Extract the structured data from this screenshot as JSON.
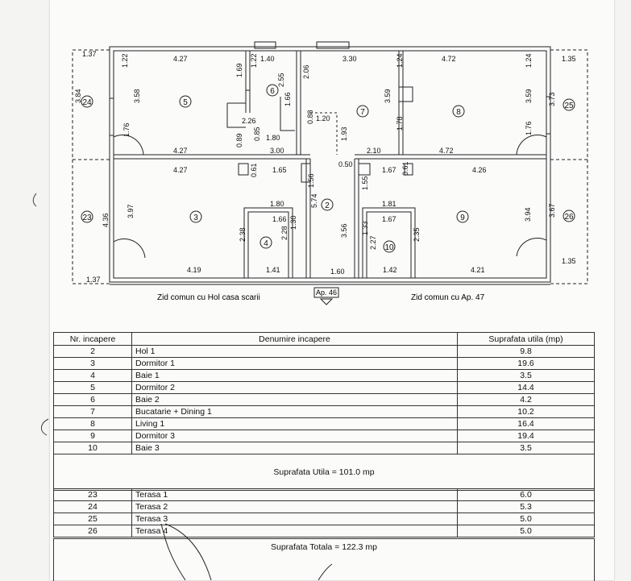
{
  "plan": {
    "dims": [
      "1.37",
      "4.27",
      "1.40",
      "3.30",
      "4.72",
      "1.35",
      "3.84",
      "1.22",
      "3.58",
      "1.76",
      "1.69",
      "2.55",
      "1.22",
      "1.66",
      "2.26",
      "2.06",
      "0.89",
      "0.85",
      "1.20",
      "1.80",
      "0.88",
      "3.59",
      "1.24",
      "1.78",
      "3.59",
      "1.24",
      "1.76",
      "3.73",
      "4.27",
      "3.00",
      "2.10",
      "4.72",
      "4.27",
      "1.65",
      "0.61",
      "0.50",
      "1.67",
      "0.61",
      "4.26",
      "1.56",
      "1.93",
      "1.80",
      "1.55",
      "1.81",
      "4.36",
      "3.97",
      "1.66",
      "2.38",
      "2.28",
      "1.30",
      "5.74",
      "3.56",
      "1.33",
      "1.67",
      "2.27",
      "2.35",
      "3.94",
      "3.67",
      "1.35",
      "4.19",
      "1.41",
      "1.60",
      "1.42",
      "4.21",
      "1.37"
    ],
    "rooms": [
      "24",
      "5",
      "6",
      "7",
      "8",
      "25",
      "3",
      "2",
      "9",
      "23",
      "4",
      "10",
      "26"
    ],
    "wall_left": "Zid comun cu Hol casa scarii",
    "wall_right": "Zid comun cu Ap. 47",
    "apt_tag": "Ap. 46"
  },
  "table": {
    "headers": [
      "Nr. incapere",
      "Denumire incapere",
      "Suprafata utila (mp)"
    ],
    "rows": [
      [
        "2",
        "Hol 1",
        "9.8"
      ],
      [
        "3",
        "Dormitor 1",
        "19.6"
      ],
      [
        "4",
        "Baie 1",
        "3.5"
      ],
      [
        "5",
        "Dormitor 2",
        "14.4"
      ],
      [
        "6",
        "Baie 2",
        "4.2"
      ],
      [
        "7",
        "Bucatarie + Dining 1",
        "10.2"
      ],
      [
        "8",
        "Living 1",
        "16.4"
      ],
      [
        "9",
        "Dormitor 3",
        "19.4"
      ],
      [
        "10",
        "Baie 3",
        "3.5"
      ]
    ],
    "total_util": "Suprafata Utila = 101.0 mp",
    "terrace_rows": [
      [
        "23",
        "Terasa 1",
        "6.0"
      ],
      [
        "24",
        "Terasa 2",
        "5.3"
      ],
      [
        "25",
        "Terasa 3",
        "5.0"
      ],
      [
        "26",
        "Terasa 4",
        "5.0"
      ]
    ],
    "total": "Suprafata Totala = 122.3 mp"
  }
}
